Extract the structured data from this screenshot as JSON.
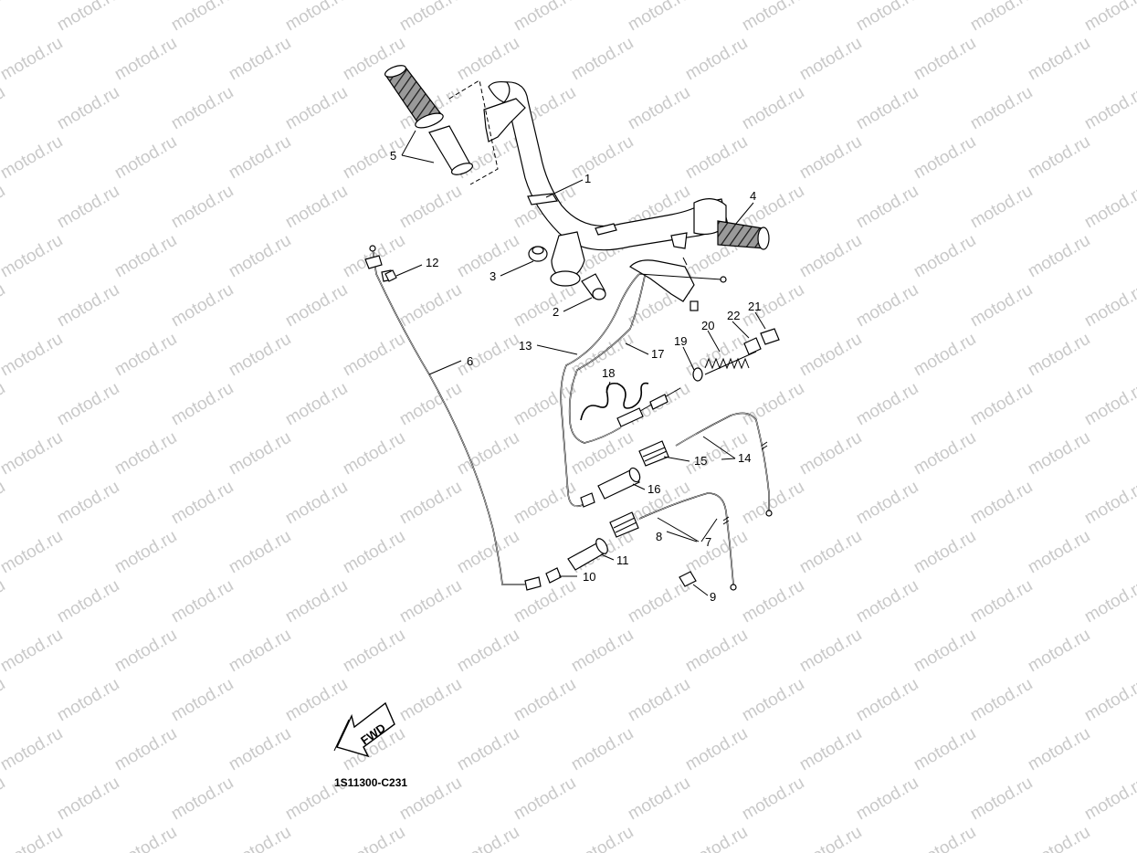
{
  "watermark": {
    "text": "motod.ru",
    "color": "#c9c9c9"
  },
  "diagram_code": "1S11300-C231",
  "direction_marker": {
    "text": "FWD",
    "icon": "forward-arrow"
  },
  "callouts": [
    {
      "id": "1",
      "label": "1"
    },
    {
      "id": "2",
      "label": "2"
    },
    {
      "id": "3",
      "label": "3"
    },
    {
      "id": "4",
      "label": "4"
    },
    {
      "id": "5",
      "label": "5"
    },
    {
      "id": "6",
      "label": "6"
    },
    {
      "id": "7",
      "label": "7"
    },
    {
      "id": "8",
      "label": "8"
    },
    {
      "id": "9",
      "label": "9"
    },
    {
      "id": "10",
      "label": "10"
    },
    {
      "id": "11",
      "label": "11"
    },
    {
      "id": "12",
      "label": "12"
    },
    {
      "id": "13",
      "label": "13"
    },
    {
      "id": "14",
      "label": "14"
    },
    {
      "id": "15",
      "label": "15"
    },
    {
      "id": "16",
      "label": "16"
    },
    {
      "id": "17",
      "label": "17"
    },
    {
      "id": "18",
      "label": "18"
    },
    {
      "id": "19",
      "label": "19"
    },
    {
      "id": "20",
      "label": "20"
    },
    {
      "id": "21",
      "label": "21"
    },
    {
      "id": "22",
      "label": "22"
    }
  ]
}
